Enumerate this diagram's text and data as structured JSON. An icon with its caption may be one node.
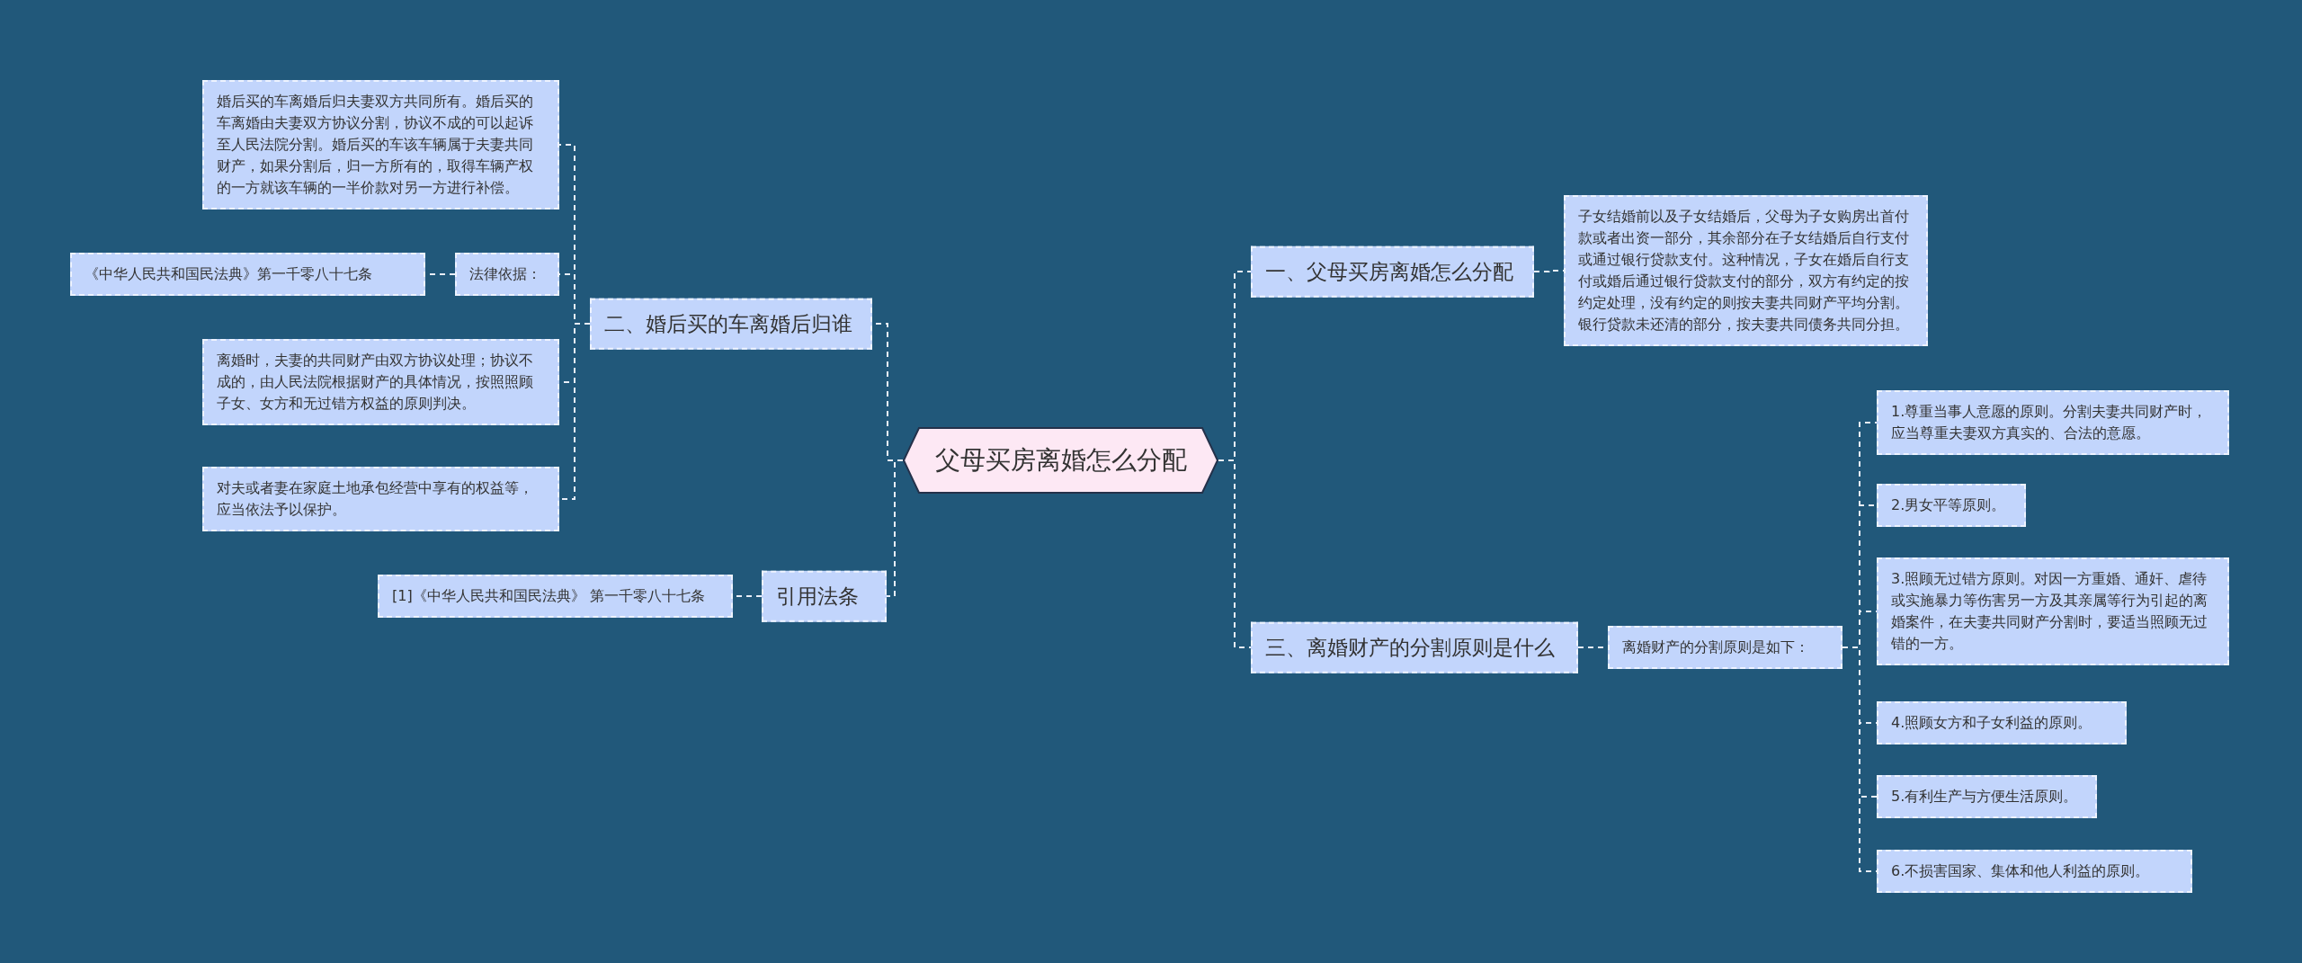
{
  "diagram": {
    "nodes": [
      {
        "text": [
          "父母买房离婚怎么分配"
        ]
      },
      {
        "text": [
          "一、父母买房离婚怎么分配"
        ]
      },
      {
        "text": [
          "子女结婚前以及子女结婚后，父母为子女购房出首付款或者出资一部分，其余部分在子女结婚后自行支付或通过银行贷款支付。这种情况，子女在婚后自行支付或婚后通过银行贷款支付的部分，双方有约定的按约定处理，没有约定的则按夫妻共同财产平均分割。银行贷款未还清的部分，按夫妻共同债务共同分担。"
        ]
      },
      {
        "text": [
          "三、离婚财产的分割原则是什么"
        ]
      },
      {
        "text": [
          "离婚财产的分割原则是如下："
        ]
      },
      {
        "text": [
          "1.尊重当事人意愿的原则。分割夫妻共同财产时，应当尊重夫妻双方真实的、合法的意愿。"
        ]
      },
      {
        "text": [
          "2.男女平等原则。"
        ]
      },
      {
        "text": [
          "3.照顾无过错方原则。对因一方重婚、通奸、虐待或实施暴力等伤害另一方及其亲属等行为引起的离婚案件，在夫妻共同财产分割时，要适当照顾无过错的一方。"
        ]
      },
      {
        "text": [
          "4.照顾女方和子女利益的原则。"
        ]
      },
      {
        "text": [
          "5.有利生产与方便生活原则。"
        ]
      },
      {
        "text": [
          "6.不损害国家、集体和他人利益的原则。"
        ]
      },
      {
        "text": [
          "二、婚后买的车离婚后归谁"
        ]
      },
      {
        "text": [
          "婚后买的车离婚后归夫妻双方共同所有。婚后买的车离婚由夫妻双方协议分割，协议不成的可以起诉至人民法院分割。婚后买的车该车辆属于夫妻共同财产，如果分割后，归一方所有的，取得车辆产权的一方就该车辆的一半价款对另一方进行补偿。"
        ]
      },
      {
        "text": [
          "法律依据："
        ]
      },
      {
        "text": [
          "《中华人民共和国民法典》第一千零八十七条"
        ]
      },
      {
        "text": [
          "离婚时，夫妻的共同财产由双方协议处理；协议不成的，由人民法院根据财产的具体情况，按照照顾子女、女方和无过错方权益的原则判决。"
        ]
      },
      {
        "text": [
          "对夫或者妻在家庭土地承包经营中享有的权益等，应当依法予以保护。"
        ]
      },
      {
        "text": [
          "引用法条"
        ]
      },
      {
        "text": [
          "[1]《中华人民共和国民法典》 第一千零八十七条"
        ]
      }
    ],
    "edges": [
      {
        "from": 0,
        "to": 1,
        "arrow": "none"
      },
      {
        "from": 1,
        "to": 2,
        "arrow": "none"
      },
      {
        "from": 0,
        "to": 3,
        "arrow": "none"
      },
      {
        "from": 3,
        "to": 4,
        "arrow": "none"
      },
      {
        "from": 4,
        "to": 5,
        "arrow": "none"
      },
      {
        "from": 4,
        "to": 6,
        "arrow": "none"
      },
      {
        "from": 4,
        "to": 7,
        "arrow": "none"
      },
      {
        "from": 4,
        "to": 8,
        "arrow": "none"
      },
      {
        "from": 4,
        "to": 9,
        "arrow": "none"
      },
      {
        "from": 4,
        "to": 10,
        "arrow": "none"
      },
      {
        "from": 0,
        "to": 11,
        "arrow": "none"
      },
      {
        "from": 11,
        "to": 12,
        "arrow": "none"
      },
      {
        "from": 11,
        "to": 13,
        "arrow": "none"
      },
      {
        "from": 13,
        "to": 14,
        "arrow": "none"
      },
      {
        "from": 11,
        "to": 15,
        "arrow": "none"
      },
      {
        "from": 11,
        "to": 16,
        "arrow": "none"
      },
      {
        "from": 0,
        "to": 17,
        "arrow": "none"
      },
      {
        "from": 17,
        "to": 18,
        "arrow": "none"
      }
    ]
  }
}
